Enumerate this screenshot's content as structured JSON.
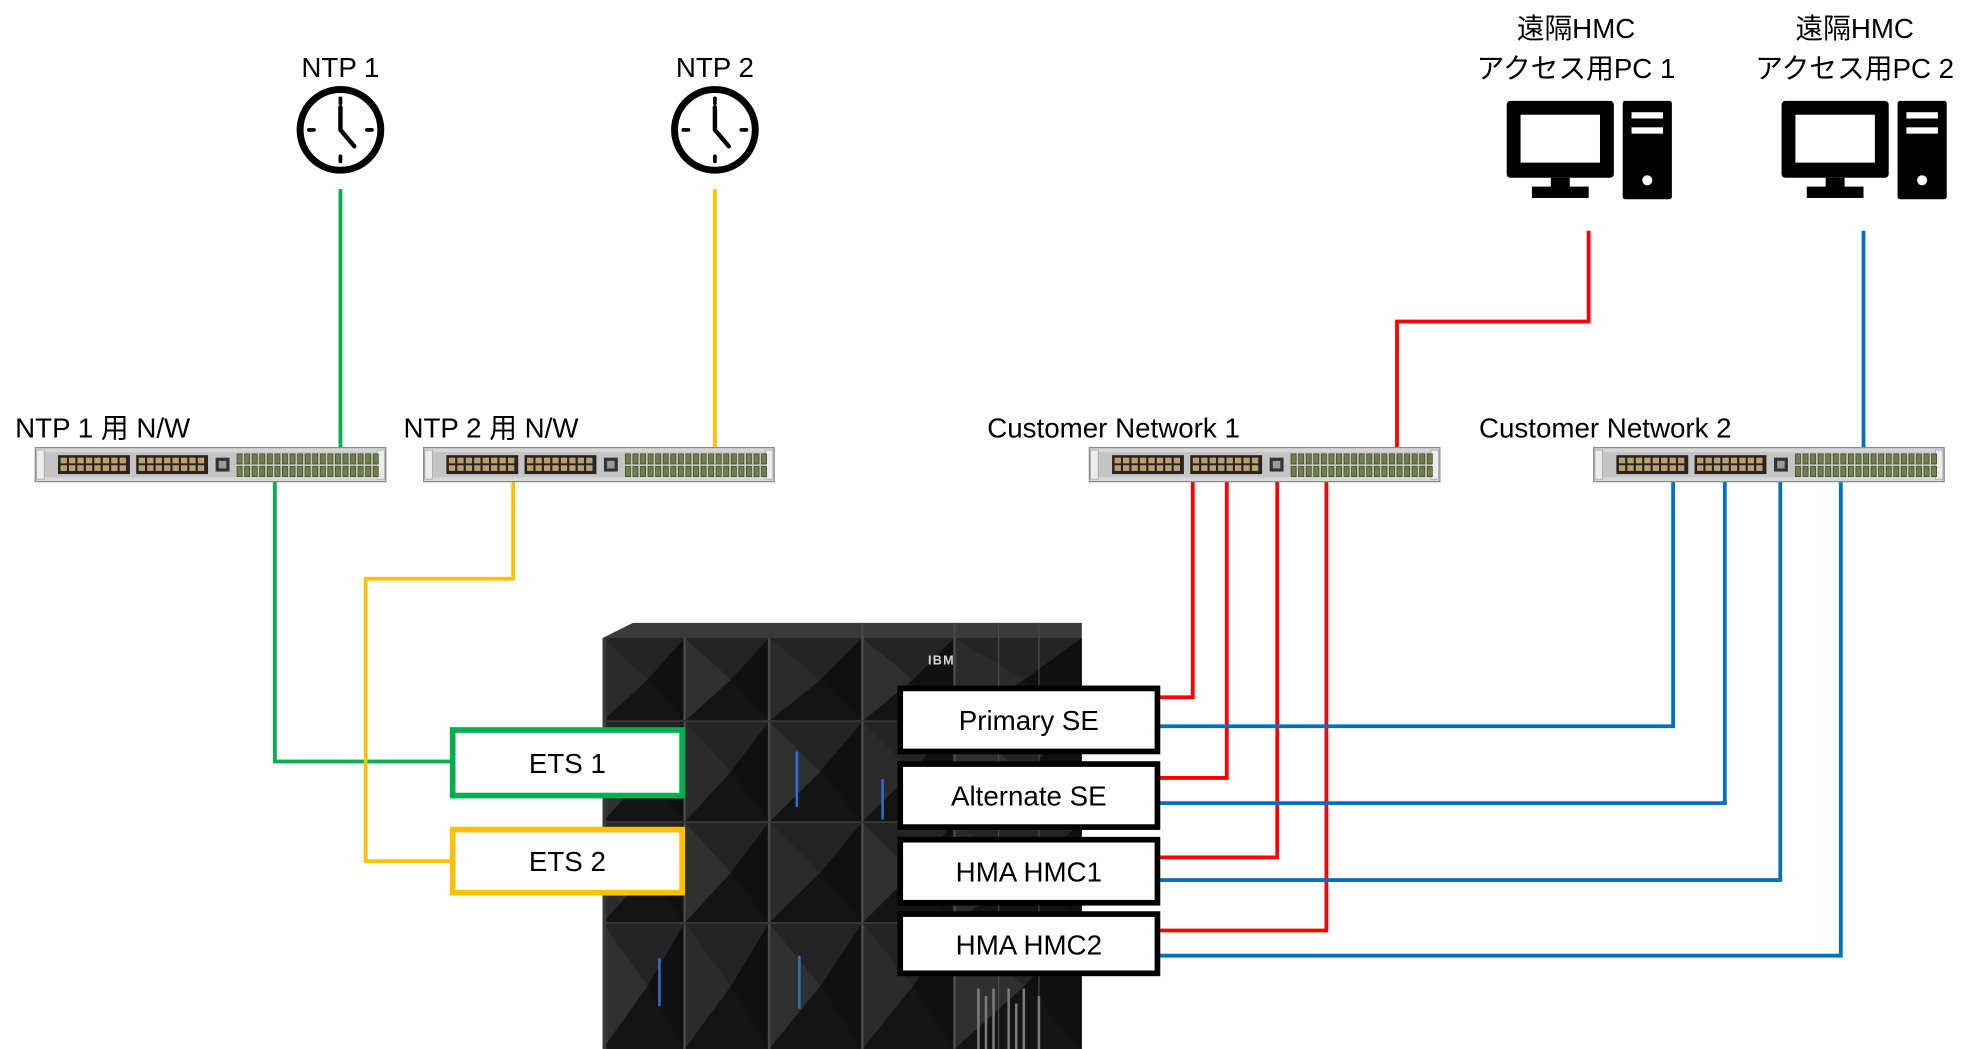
{
  "ntp_servers": [
    {
      "label": "NTP 1",
      "icon": "clock-icon"
    },
    {
      "label": "NTP 2",
      "icon": "clock-icon"
    }
  ],
  "networks": [
    {
      "label": "NTP 1 用 N/W"
    },
    {
      "label": "NTP 2 用 N/W"
    },
    {
      "label": "Customer Network 1"
    },
    {
      "label": "Customer Network 2"
    }
  ],
  "remote_pcs": [
    {
      "line1": "遠隔HMC",
      "line2": "アクセス用PC 1",
      "icon": "desktop-pc-icon"
    },
    {
      "line1": "遠隔HMC",
      "line2": "アクセス用PC 2",
      "icon": "desktop-pc-icon"
    }
  ],
  "ets": [
    {
      "label": "ETS 1"
    },
    {
      "label": "ETS 2"
    }
  ],
  "server_components": [
    {
      "label": "Primary SE"
    },
    {
      "label": "Alternate SE"
    },
    {
      "label": "HMA HMC1"
    },
    {
      "label": "HMA HMC2"
    }
  ],
  "server": {
    "logo": "IBM",
    "icon": "mainframe-server-icon"
  },
  "colors": {
    "ntp1_path": "#00b050",
    "ntp2_path": "#ffc000",
    "customer_network_1": "#ff0000",
    "customer_network_2": "#0070c0"
  }
}
